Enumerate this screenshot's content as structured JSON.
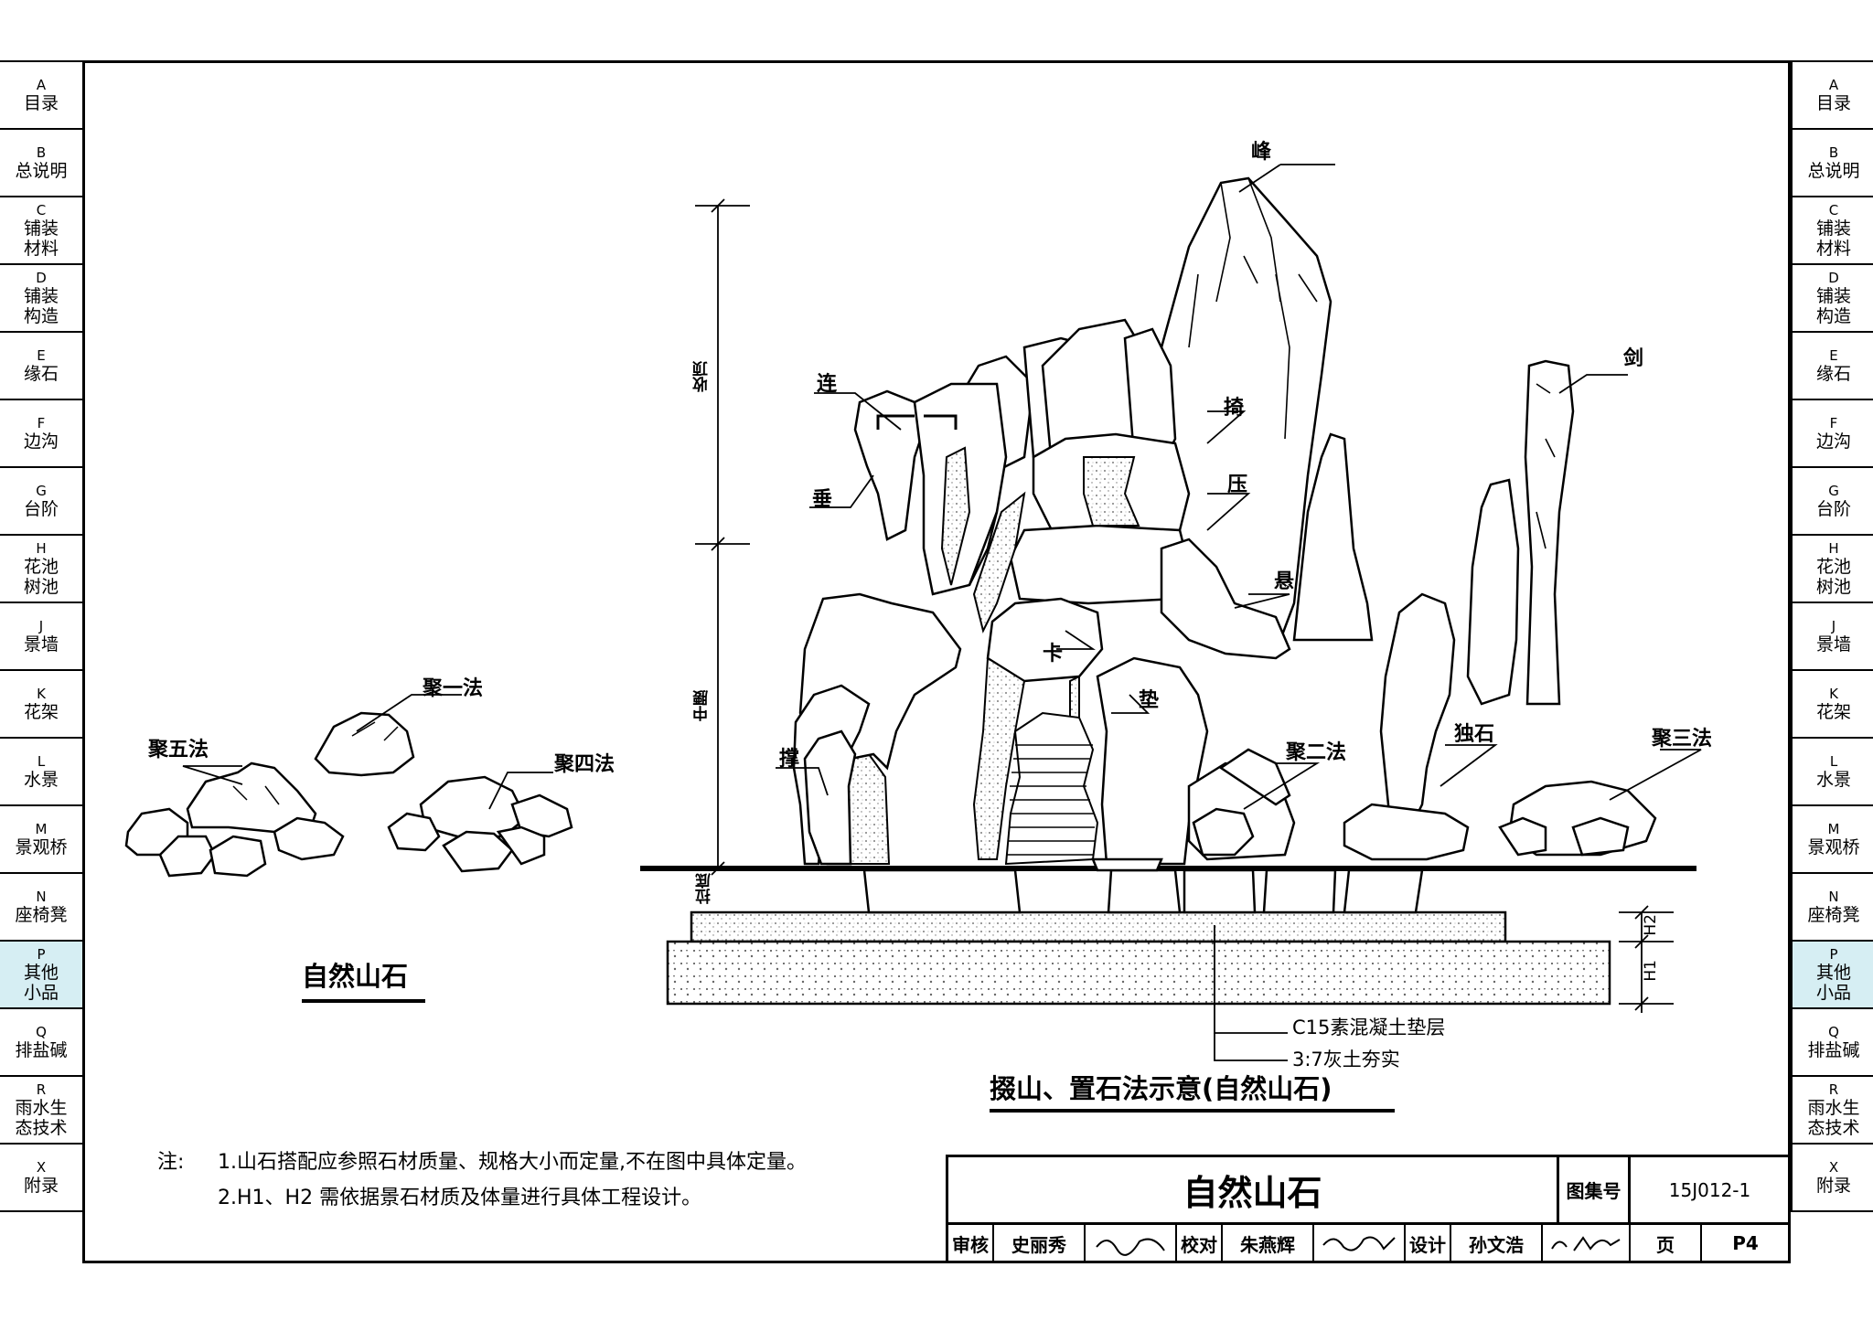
{
  "sidebar": {
    "items": [
      {
        "code": "A",
        "label": "目录"
      },
      {
        "code": "B",
        "label": "总说明"
      },
      {
        "code": "C",
        "label": "铺装\n材料"
      },
      {
        "code": "D",
        "label": "铺装\n构造"
      },
      {
        "code": "E",
        "label": "缘石"
      },
      {
        "code": "F",
        "label": "边沟"
      },
      {
        "code": "G",
        "label": "台阶"
      },
      {
        "code": "H",
        "label": "花池\n树池"
      },
      {
        "code": "J",
        "label": "景墙"
      },
      {
        "code": "K",
        "label": "花架"
      },
      {
        "code": "L",
        "label": "水景"
      },
      {
        "code": "M",
        "label": "景观桥"
      },
      {
        "code": "N",
        "label": "座椅凳"
      },
      {
        "code": "P",
        "label": "其他\n小品",
        "active": true
      },
      {
        "code": "Q",
        "label": "排盐碱"
      },
      {
        "code": "R",
        "label": "雨水生\n态技术"
      },
      {
        "code": "X",
        "label": "附录"
      }
    ],
    "active_color": "#d6eef3"
  },
  "left_drawing": {
    "labels": {
      "ju1": "聚一法",
      "ju5": "聚五法",
      "ju4": "聚四法"
    },
    "subtitle": "自然山石"
  },
  "main_drawing": {
    "labels": {
      "feng": "峰",
      "lian": "连",
      "jian": "剑",
      "chui": "垂",
      "yi": "掎",
      "ya": "压",
      "xuan": "悬",
      "ka": "卡",
      "dian": "垫",
      "cheng": "撑",
      "ju2": "聚二法",
      "dushi": "独石",
      "ju3": "聚三法"
    },
    "dimensions": {
      "shouding": "收顶",
      "zhongyao": "中腰",
      "ladi": "拉底",
      "h2": "H2",
      "h1": "H1"
    },
    "layers": {
      "c15": "C15素混凝土垫层",
      "lime": "3:7灰土夯实"
    },
    "subtitle": "掇山、置石法示意(自然山石)"
  },
  "notes": {
    "prefix": "注:",
    "line1": "1.山石搭配应参照石材质量、规格大小而定量,不在图中具体定量。",
    "line2": "2.H1、H2 需依据景石材质及体量进行具体工程设计。"
  },
  "title_block": {
    "title": "自然山石",
    "atlas_label": "图集号",
    "atlas_no": "15J012-1",
    "review_label": "审核",
    "reviewer": "史丽秀",
    "check_label": "校对",
    "checker": "朱燕辉",
    "design_label": "设计",
    "designer": "孙文浩",
    "page_label": "页",
    "page_no": "P4"
  }
}
